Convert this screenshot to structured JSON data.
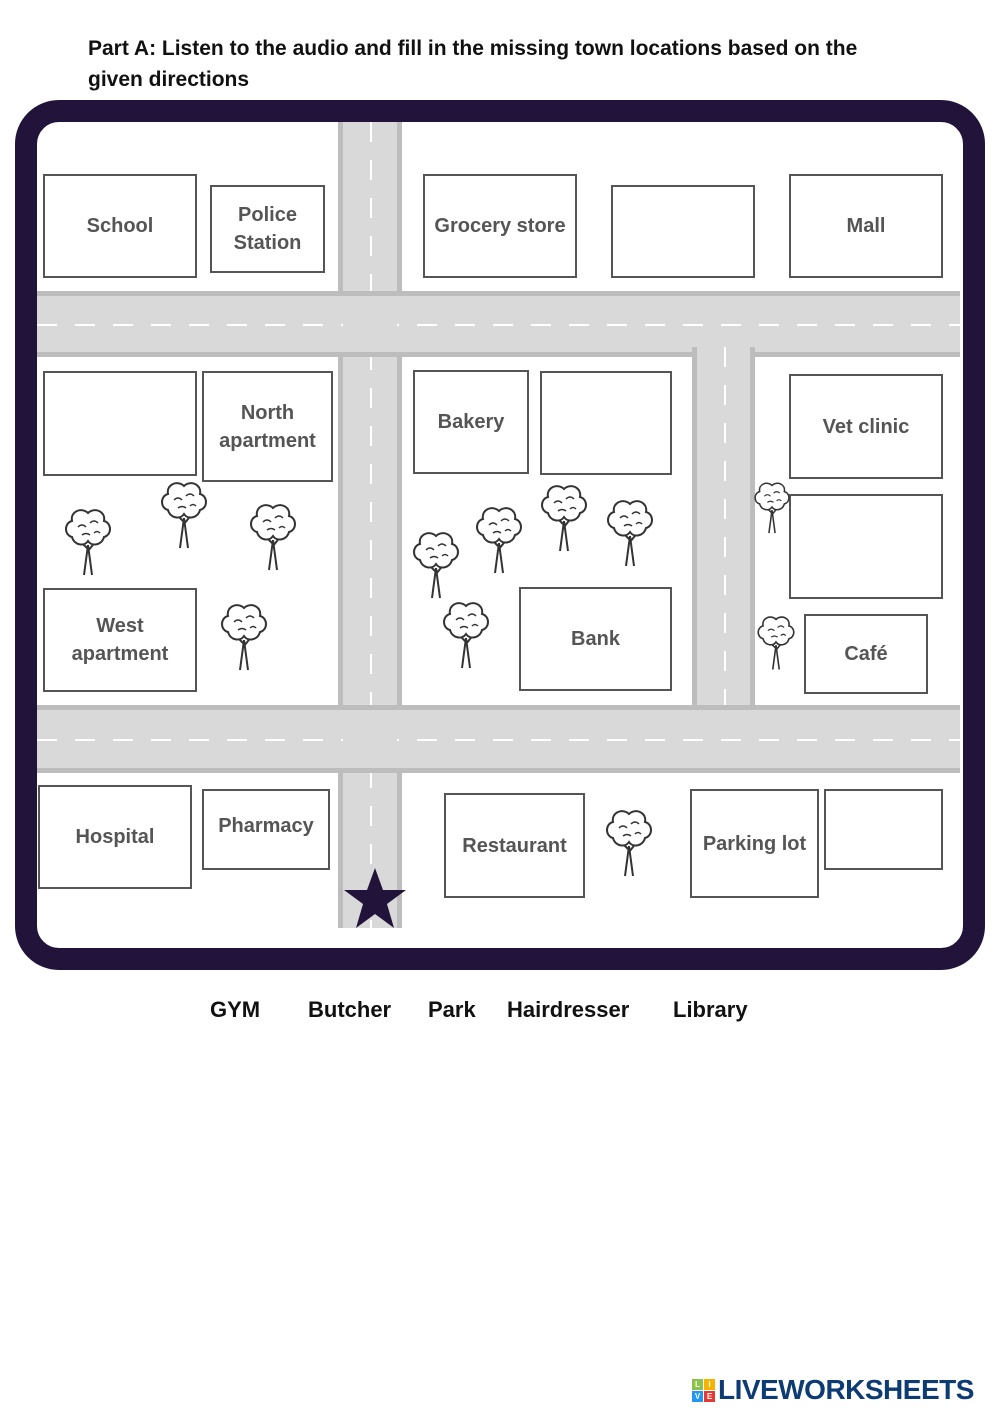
{
  "title": "Part A: Listen to the audio and fill in the missing town locations based on the given directions",
  "buildings": {
    "school": "School",
    "police": "Police Station",
    "grocery": "Grocery store",
    "blank1": "",
    "mall": "Mall",
    "blank2": "",
    "north_apartment": "North apartment",
    "bakery": "Bakery",
    "blank3": "",
    "vet": "Vet clinic",
    "blank4": "",
    "west_apartment": "West apartment",
    "bank": "Bank",
    "cafe": "Café",
    "hospital": "Hospital",
    "pharmacy": "Pharmacy",
    "restaurant": "Restaurant",
    "parking": "Parking lot",
    "blank5": ""
  },
  "word_bank": [
    "GYM",
    "Butcher",
    "Park",
    "Hairdresser",
    "Library"
  ],
  "logo": {
    "text": "LIVEWORKSHEETS",
    "letters": [
      "L",
      "I",
      "V",
      "E"
    ]
  },
  "colors": {
    "frame": "#22133a",
    "star": "#22133a",
    "road": "#d9d9d9",
    "logo": "#0d3b73"
  }
}
